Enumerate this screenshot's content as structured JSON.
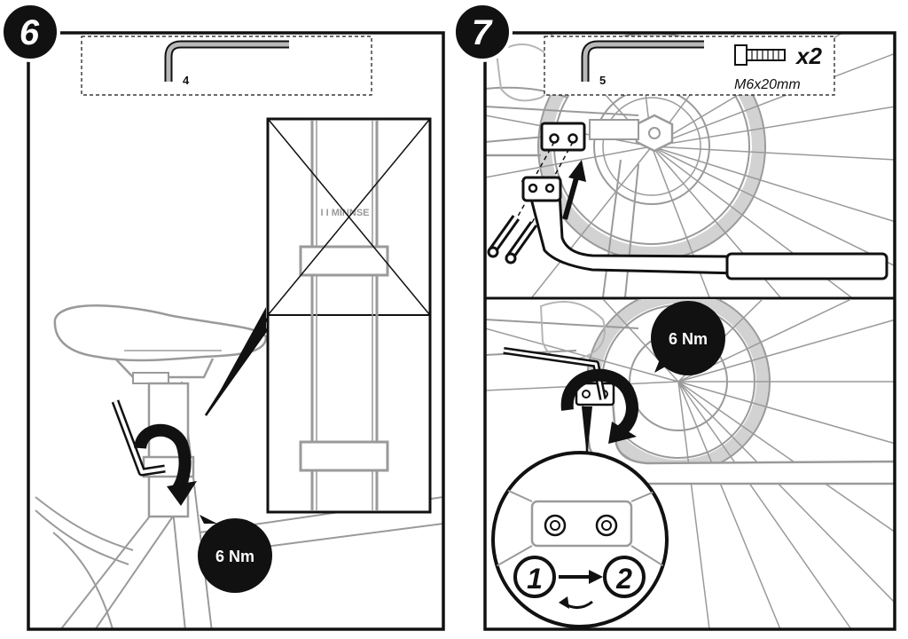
{
  "steps": [
    {
      "number": "6",
      "tools": {
        "hex_key_size": "4"
      },
      "callout_text": "I I MINNSE",
      "torque_label": "6 Nm"
    },
    {
      "number": "7",
      "tools": {
        "hex_key_size": "5",
        "bolt_quantity": "x2",
        "bolt_spec": "M6x20mm"
      },
      "torque_label": "6 Nm",
      "sequence": {
        "first": "1",
        "second": "2"
      }
    }
  ],
  "colors": {
    "ink": "#111111",
    "line_gray": "#8a8a8a",
    "light_gray": "#d0d0d0",
    "paper": "#ffffff"
  }
}
